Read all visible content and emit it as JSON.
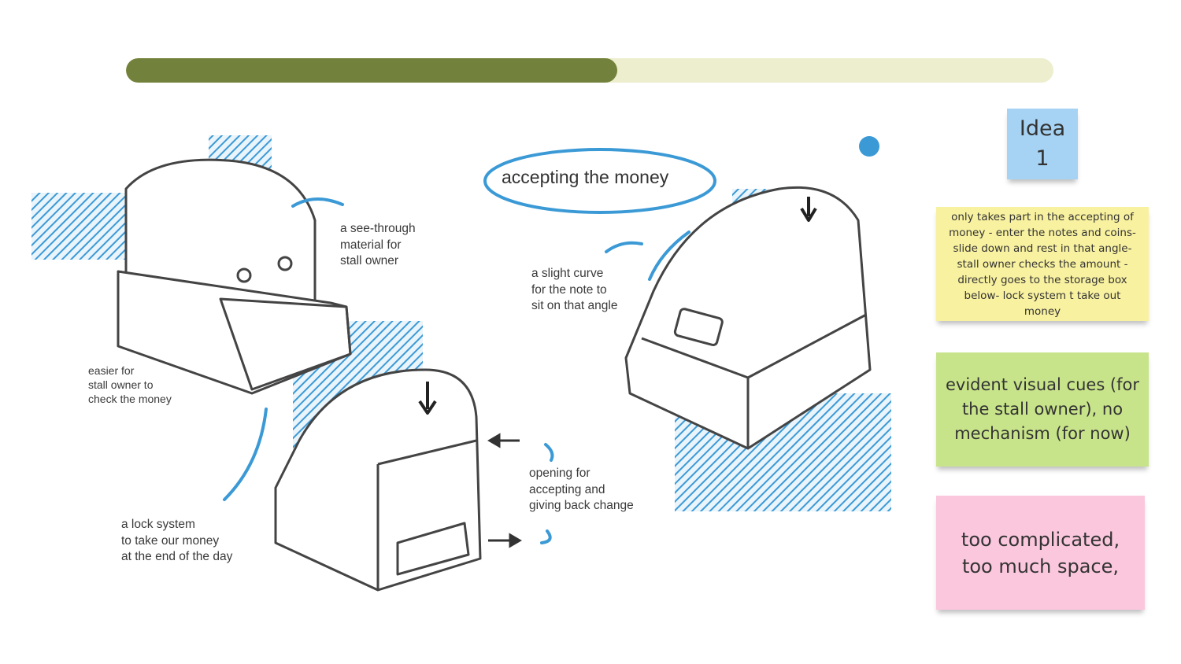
{
  "progress": {
    "value": 0.53,
    "fill_color": "#72813b",
    "track_color": "#eceecd"
  },
  "sketch_title": "accepting the money",
  "annotations": {
    "see_through": "a see-through\nmaterial for\nstall owner",
    "easier": "easier for\nstall owner to\ncheck the money",
    "lock": "a lock system\nto take our money\n at the end of the day",
    "curve": "a slight curve\nfor the note to\nsit on that angle",
    "opening": "opening for\naccepting and\ngiving back change"
  },
  "notes": {
    "idea": "Idea\n1",
    "yellow": "only takes part in the accepting of money - enter the notes and coins- slide down and rest in that angle- stall owner checks the amount - directly goes to the storage box below- lock system t take out money",
    "green": "evident visual cues (for the stall owner), no mechanism (for now)",
    "pink": "too complicated, too much space,"
  }
}
